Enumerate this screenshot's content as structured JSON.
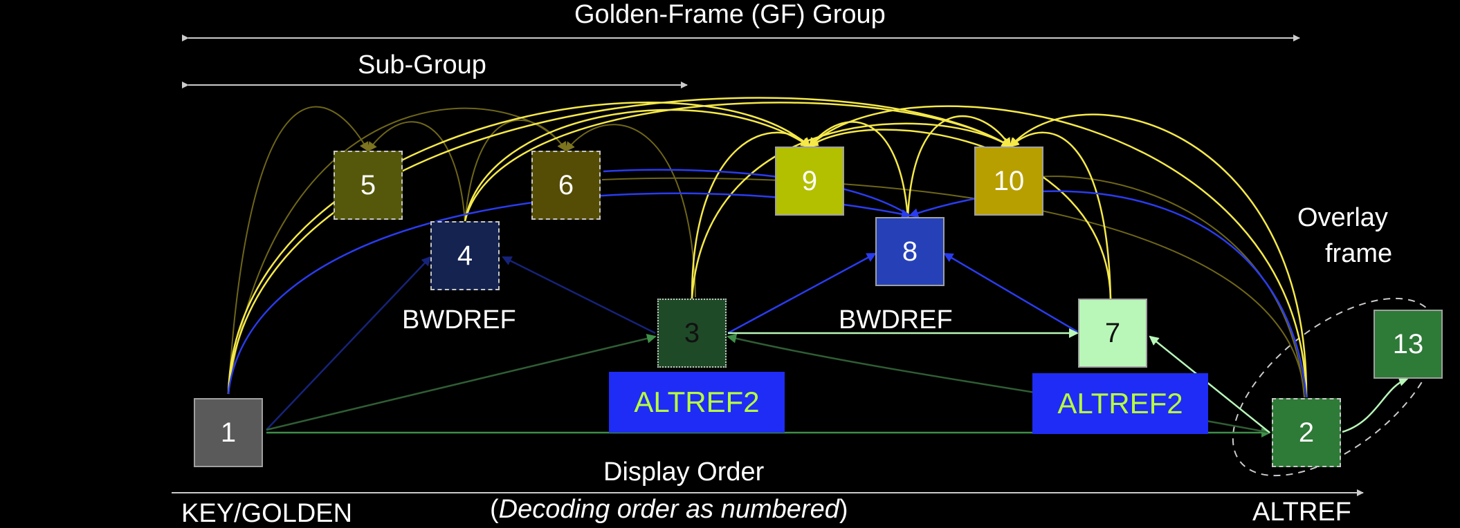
{
  "title": "Golden-Frame (GF) Group",
  "subgroup": "Sub-Group",
  "frames": {
    "f1": "1",
    "f2": "2",
    "f3": "3",
    "f4": "4",
    "f5": "5",
    "f6": "6",
    "f7": "7",
    "f8": "8",
    "f9": "9",
    "f10": "10",
    "f13": "13"
  },
  "labels": {
    "bwdref_left": "BWDREF",
    "bwdref_mid": "BWDREF",
    "altref2_left": "ALTREF2",
    "altref2_right": "ALTREF2",
    "overlay_line1": "Overlay",
    "overlay_line2": "frame",
    "display_order": "Display Order",
    "decoding_open": "(",
    "decoding_italic": "Decoding order as numbered",
    "decoding_close": ")",
    "key_golden": "KEY/GOLDEN",
    "altref": "ALTREF"
  },
  "colors": {
    "frame1": "#5a5a5a",
    "frame2": "#2e7a37",
    "frame3": "#1f4a27",
    "frame4": "#142350",
    "frame5": "#55580a",
    "frame6": "#554d06",
    "frame7": "#b9f7b9",
    "frame8": "#2641b8",
    "frame9": "#b3c000",
    "frame10": "#b89f00",
    "frame13": "#2e7a37",
    "yellow": "#f5e94a",
    "blue": "#2a3cf0",
    "green": "#3f8f48",
    "olive": "#7d7420"
  }
}
